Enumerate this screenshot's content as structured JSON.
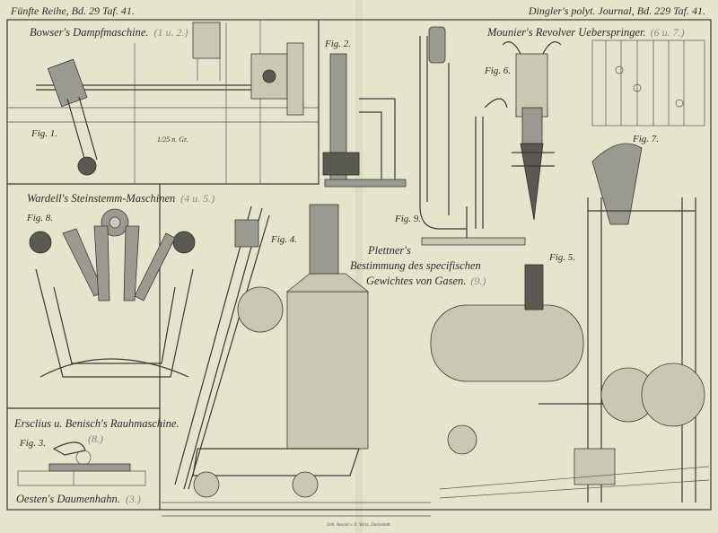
{
  "header": {
    "left": "Fünfte Reihe, Bd. 29 Taf. 41.",
    "right": "Dingler's polyt. Journal, Bd. 229 Taf. 41."
  },
  "titles": {
    "bowser": {
      "name": "Bowser's Dampfmaschine.",
      "ref": "(1 u. 2.)"
    },
    "mounier": {
      "name": "Mounier's Revolver Ueberspringer.",
      "ref": "(6 u. 7.)"
    },
    "wardell": {
      "name": "Wardell's Steinstemm-Maschinen",
      "ref": "(4 u. 5.)"
    },
    "plettner": {
      "line1": "Plettner's",
      "line2": "Bestimmung des specifischen",
      "line3": "Gewichtes von Gasen.",
      "ref": "(9.)"
    },
    "erscl": {
      "name": "Ersclius u. Benisch's Rauhmaschine.",
      "ref": "(8.)"
    },
    "oesten": {
      "name": "Oesten's Daumenhahn.",
      "ref": "(3.)"
    }
  },
  "figures": [
    "Fig. 1.",
    "Fig. 2.",
    "Fig. 3.",
    "Fig. 4.",
    "Fig. 5.",
    "Fig. 6.",
    "Fig. 7.",
    "Fig. 8.",
    "Fig. 9."
  ],
  "scale_note": "1/25 n. Gr.",
  "imprint": "Lith. Anstalt v. E. Wirtz, Darmstadt."
}
